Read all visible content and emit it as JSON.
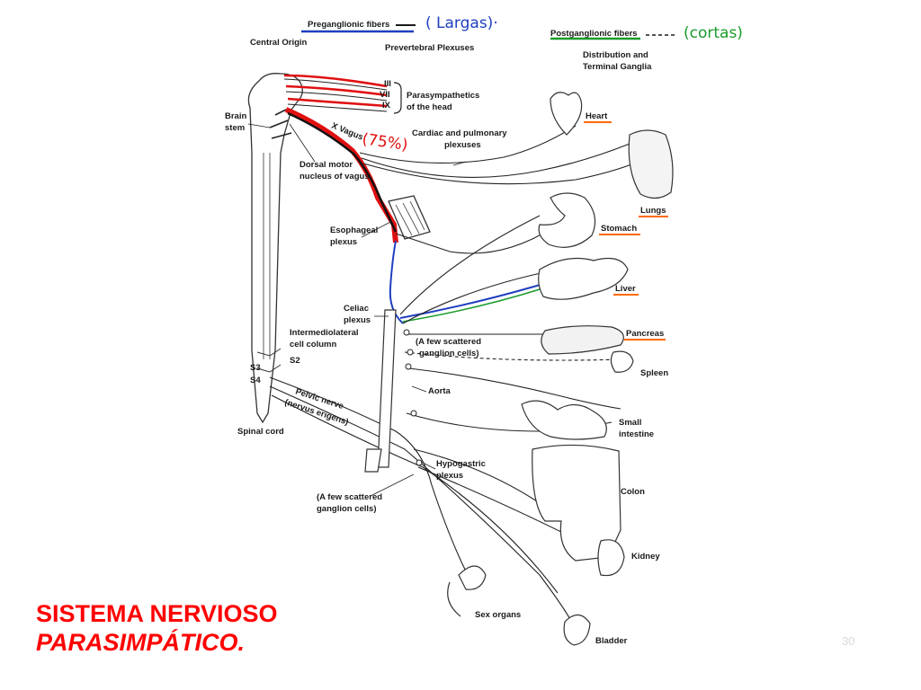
{
  "slide": {
    "title_line1": "SISTEMA NERVIOSO",
    "title_line2": "PARASIMPÁTICO.",
    "slide_number": "30",
    "title_color": "#ff0000"
  },
  "legend": {
    "preganglionic": "Preganglionic fibers",
    "preganglionic_note": "( Largas)·",
    "postganglionic": "Postganglionic fibers",
    "postganglionic_note": "(cortas)",
    "central_origin": "Central Origin",
    "prevertebral": "Prevertebral Plexuses",
    "distribution_1": "Distribution and",
    "distribution_2": "Terminal Ganglia"
  },
  "cns": {
    "brain_1": "Brain",
    "brain_2": "stem",
    "cranial_3": "III",
    "cranial_7": "VII",
    "cranial_9": "IX",
    "para_head_1": "Parasympathetics",
    "para_head_2": "of the head",
    "vagus": "X Vagus",
    "vagus_note": "(75%)",
    "dorsal_1": "Dorsal motor",
    "dorsal_2": "nucleus of vagus",
    "intermedio_1": "Intermediolateral",
    "intermedio_2": "cell column",
    "s2": "S2",
    "s3": "S3",
    "s4": "S4",
    "spinal_cord": "Spinal cord",
    "pelvic_1": "Pelvic nerve",
    "pelvic_2": "(nervus erigens)"
  },
  "plexuses": {
    "cardiac_1": "Cardiac and pulmonary",
    "cardiac_2": "plexuses",
    "esophageal_1": "Esophageal",
    "esophageal_2": "plexus",
    "celiac_1": "Celiac",
    "celiac_2": "plexus",
    "scattered_a_1": "(A few scattered",
    "scattered_a_2": "ganglion cells)",
    "aorta": "Aorta",
    "hypogastric_1": "Hypogastric",
    "hypogastric_2": "plexus",
    "scattered_b_1": "(A few scattered",
    "scattered_b_2": "ganglion cells)"
  },
  "organs": {
    "heart": "Heart",
    "lungs": "Lungs",
    "stomach": "Stomach",
    "liver": "Liver",
    "pancreas": "Pancreas",
    "spleen": "Spleen",
    "small_intestine_1": "Small",
    "small_intestine_2": "intestine",
    "colon": "Colon",
    "kidney": "Kidney",
    "sex_organs": "Sex organs",
    "bladder": "Bladder"
  },
  "colors": {
    "preganglionic_line": "#1f3fbf",
    "postganglionic_line": "#1a9a2a",
    "vagus_red": "#e01010",
    "underline_orange": "#ff6a00"
  }
}
